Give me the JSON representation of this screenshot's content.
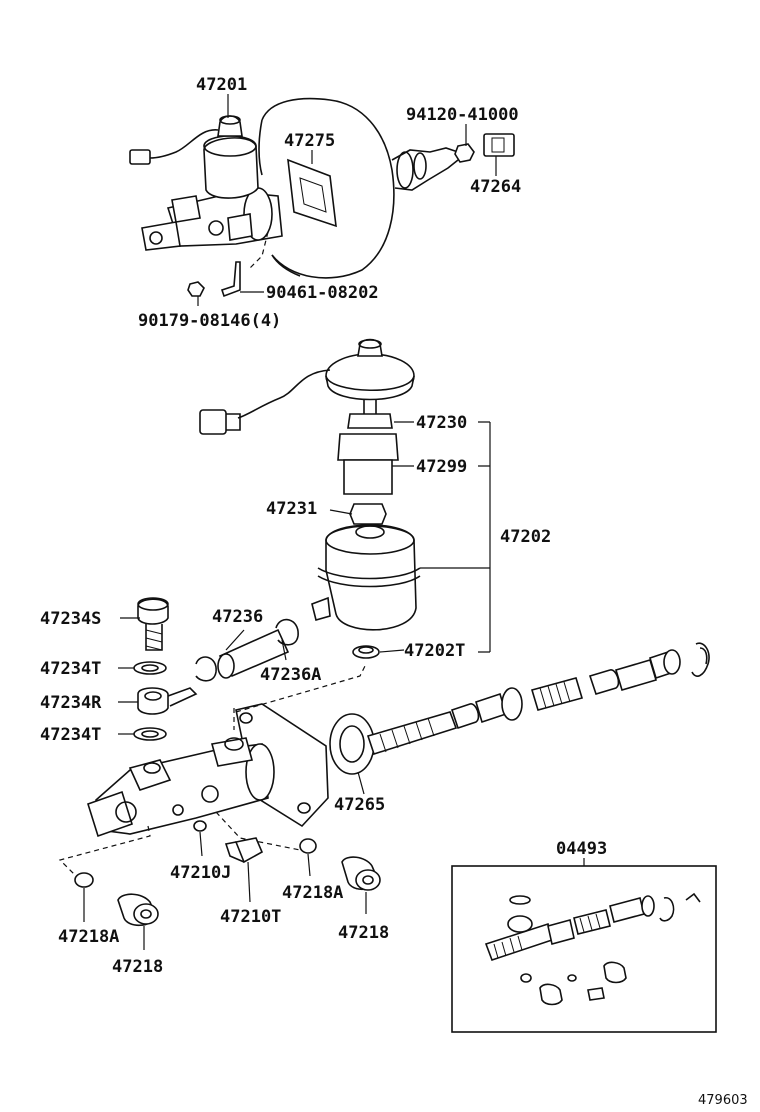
{
  "figure_number": "479603",
  "labels": {
    "p47201": "47201",
    "p47275": "47275",
    "p94120": "94120-41000",
    "p47264": "47264",
    "p90461": "90461-08202",
    "p90179": "90179-08146(4)",
    "p47230": "47230",
    "p47299": "47299",
    "p47231": "47231",
    "p47202": "47202",
    "p47234S": "47234S",
    "p47236": "47236",
    "p47234T_a": "47234T",
    "p47236A": "47236A",
    "p47202T": "47202T",
    "p47234R": "47234R",
    "p47234T_b": "47234T",
    "p47265": "47265",
    "p04493": "04493",
    "p47210J": "47210J",
    "p47218A_a": "47218A",
    "p47210T": "47210T",
    "p47218_a": "47218",
    "p47218A_b": "47218A",
    "p47218_b": "47218"
  }
}
